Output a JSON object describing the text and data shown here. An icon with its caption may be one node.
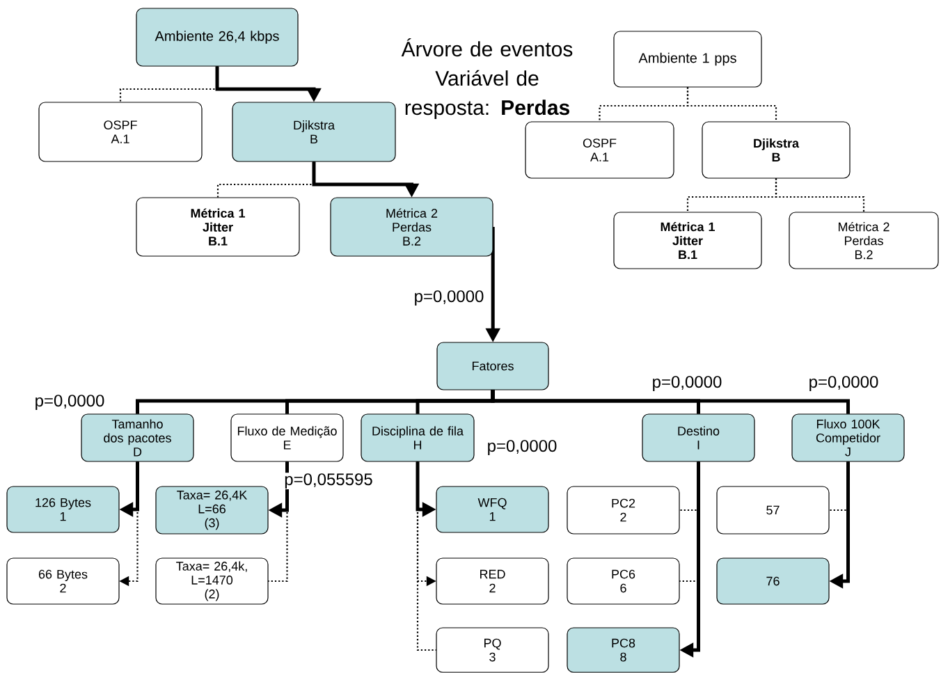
{
  "diagram": {
    "title": "Árvore de eventos Variável de resposta: **Perdas**",
    "nodes": [
      {
        "text": [
          "Ambiente 26,4 kbps"
        ]
      },
      {
        "text": [
          "OSPF",
          "A.1"
        ]
      },
      {
        "text": [
          "Djikstra",
          "B"
        ]
      },
      {
        "text": [
          "Métrica 1",
          "Jitter",
          "B.1"
        ]
      },
      {
        "text": [
          "Métrica 2",
          "Perdas",
          "B.2"
        ]
      },
      {
        "text": [
          "Ambiente 1 pps"
        ]
      },
      {
        "text": [
          "OSPF",
          "A.1"
        ]
      },
      {
        "text": [
          "Djikstra",
          "B"
        ]
      },
      {
        "text": [
          "Métrica 1",
          "Jitter",
          "B.1"
        ]
      },
      {
        "text": [
          "Métrica 2",
          "Perdas",
          "B.2"
        ]
      },
      {
        "text": [
          "Fatores"
        ]
      },
      {
        "text": [
          "Tamanho dos pacotes",
          "D"
        ]
      },
      {
        "text": [
          "Fluxo de Medição",
          "E"
        ]
      },
      {
        "text": [
          "Disciplina de fila",
          "H"
        ]
      },
      {
        "text": [
          "Destino",
          "I"
        ]
      },
      {
        "text": [
          "Fluxo 100K Competidor",
          "J"
        ]
      },
      {
        "text": [
          "126 Bytes",
          "1"
        ]
      },
      {
        "text": [
          "Taxa= 26,4K",
          "L=66",
          "(3)"
        ]
      },
      {
        "text": [
          "WFQ",
          "1"
        ]
      },
      {
        "text": [
          "PC2",
          "2"
        ]
      },
      {
        "text": [
          "57"
        ]
      },
      {
        "text": [
          "66 Bytes",
          "2"
        ]
      },
      {
        "text": [
          "Taxa= 26,4k,",
          "L=1470",
          "(2)"
        ]
      },
      {
        "text": [
          "RED",
          "2"
        ]
      },
      {
        "text": [
          "PC6",
          "6"
        ]
      },
      {
        "text": [
          "76"
        ]
      },
      {
        "text": [
          "PQ",
          "3"
        ]
      },
      {
        "text": [
          "PC8",
          "8"
        ]
      }
    ],
    "edges": [
      {
        "from": 0,
        "to": 1,
        "arrow": "none",
        "style": "dashed"
      },
      {
        "from": 0,
        "to": 2,
        "arrow": "to",
        "style": "thick"
      },
      {
        "from": 2,
        "to": 3,
        "arrow": "none",
        "style": "dashed"
      },
      {
        "from": 2,
        "to": 4,
        "arrow": "to",
        "style": "thick"
      },
      {
        "from": 4,
        "to": 10,
        "arrow": "to",
        "style": "thick",
        "label": "p=0,0000"
      },
      {
        "from": 5,
        "to": 6,
        "arrow": "none",
        "style": "dashed"
      },
      {
        "from": 5,
        "to": 7,
        "arrow": "none",
        "style": "dashed"
      },
      {
        "from": 7,
        "to": 8,
        "arrow": "none",
        "style": "dashed"
      },
      {
        "from": 7,
        "to": 9,
        "arrow": "none",
        "style": "dashed"
      },
      {
        "from": 10,
        "to": 11,
        "arrow": "none",
        "style": "thick",
        "label": "p=0,0000"
      },
      {
        "from": 10,
        "to": 12,
        "arrow": "none",
        "style": "thick"
      },
      {
        "from": 10,
        "to": 13,
        "arrow": "none",
        "style": "thick",
        "label": "p=0,0000"
      },
      {
        "from": 10,
        "to": 14,
        "arrow": "none",
        "style": "thick",
        "label": "p=0,0000"
      },
      {
        "from": 10,
        "to": 15,
        "arrow": "none",
        "style": "thick",
        "label": "p=0,0000"
      },
      {
        "from": 11,
        "to": 16,
        "arrow": "to",
        "style": "thick"
      },
      {
        "from": 11,
        "to": 21,
        "arrow": "to",
        "style": "dashed"
      },
      {
        "from": 12,
        "to": 17,
        "arrow": "to",
        "style": "thick",
        "label": "p=0,055595"
      },
      {
        "from": 12,
        "to": 22,
        "arrow": "none",
        "style": "dashed"
      },
      {
        "from": 13,
        "to": 18,
        "arrow": "to",
        "style": "thick"
      },
      {
        "from": 13,
        "to": 23,
        "arrow": "to",
        "style": "dashed"
      },
      {
        "from": 13,
        "to": 26,
        "arrow": "none",
        "style": "dashed"
      },
      {
        "from": 14,
        "to": 19,
        "arrow": "none",
        "style": "dashed"
      },
      {
        "from": 14,
        "to": 24,
        "arrow": "none",
        "style": "dashed"
      },
      {
        "from": 14,
        "to": 27,
        "arrow": "to",
        "style": "thick"
      },
      {
        "from": 15,
        "to": 20,
        "arrow": "none",
        "style": "dashed"
      },
      {
        "from": 15,
        "to": 25,
        "arrow": "to",
        "style": "thick"
      }
    ]
  }
}
